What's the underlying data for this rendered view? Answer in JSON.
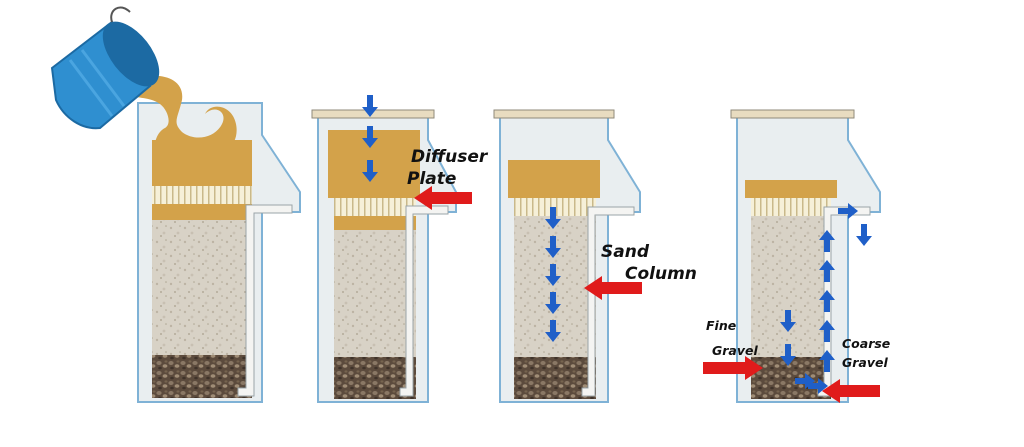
{
  "labels": {
    "diffuser_plate": [
      "Diffuser",
      "Plate"
    ],
    "sand_column": [
      "Sand",
      "Column"
    ],
    "fine_gravel": [
      "Fine",
      "Gravel"
    ],
    "coarse_gravel": [
      "Coarse",
      "Gravel"
    ]
  },
  "colors": {
    "water": "#d3a24a",
    "container_border": "#7fb2d6",
    "container_fill": "#e9eef0",
    "sand": "#d8d2c6",
    "gravel": "#6b5a4a",
    "diffuser": "#f6f0d8",
    "pipe": "#f4f4f2",
    "arrow_flow": "#1f5fc8",
    "arrow_pointer": "#e01b1b",
    "bucket": "#2f8fd0"
  },
  "icons": [
    "bucket-icon",
    "down-arrow-icon",
    "up-arrow-icon",
    "right-arrow-icon",
    "pointer-arrow-icon"
  ]
}
